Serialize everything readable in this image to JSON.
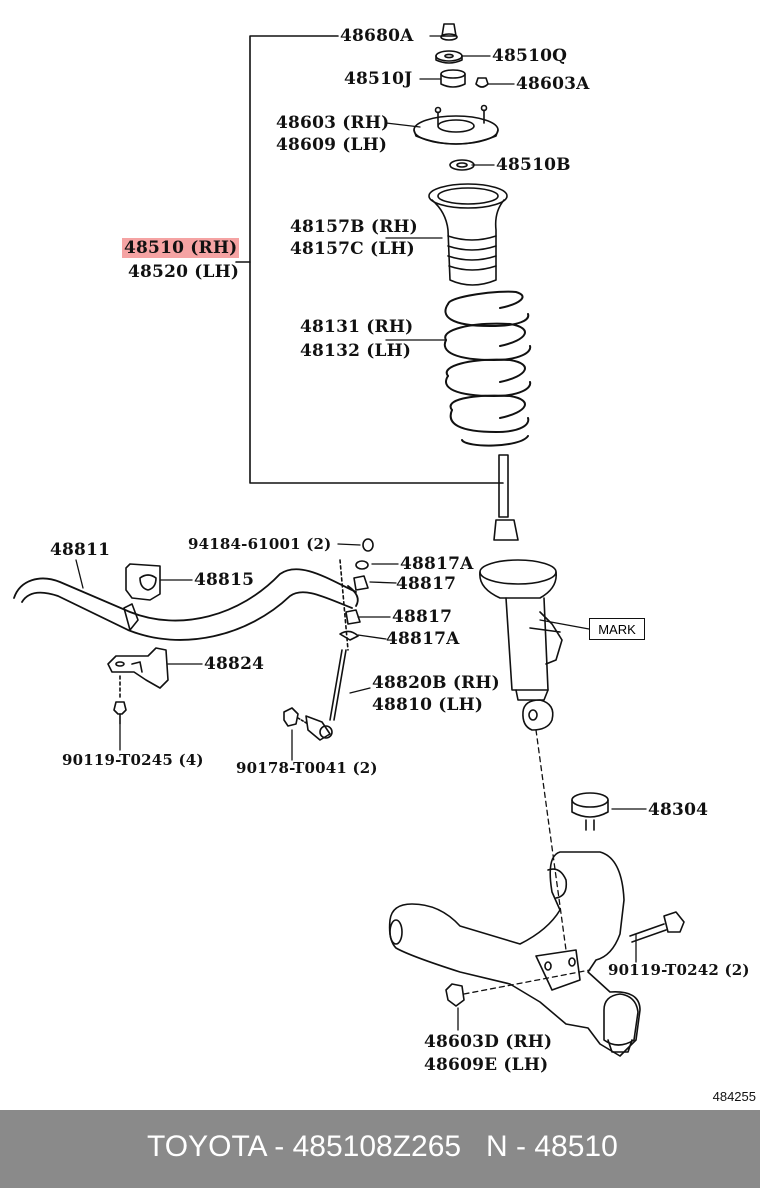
{
  "labels": {
    "p48680A": "48680A",
    "p48510Q": "48510Q",
    "p48510J": "48510J",
    "p48603A": "48603A",
    "p48603RH": "48603 (RH)",
    "p48609LH": "48609 (LH)",
    "p48510B": "48510B",
    "p48510RH": "48510 (RH)",
    "p48520LH": "48520 (LH)",
    "p48157B": "48157B (RH)",
    "p48157C": "48157C (LH)",
    "p48131": "48131 (RH)",
    "p48132": "48132 (LH)",
    "p48811": "48811",
    "p94184": "94184-61001 (2)",
    "p48817A_top": "48817A",
    "p48817_top": "48817",
    "p48815": "48815",
    "p48817_bot": "48817",
    "p48817A_bot": "48817A",
    "p48824": "48824",
    "p48820B": "48820B (RH)",
    "p48810": "48810 (LH)",
    "p90119_T0245": "90119-T0245 (4)",
    "p90178": "90178-T0041 (2)",
    "mark": "MARK",
    "p48304": "48304",
    "p90119_T0242": "90119-T0242 (2)",
    "p48603D": "48603D (RH)",
    "p48609E": "48609E (LH)"
  },
  "highlight_color": "#f5a3a3",
  "diagram_ref": "484255",
  "footer": {
    "brand_part": "TOYOTA - 485108Z265",
    "number": "N - 48510",
    "background": "#8a8a8a"
  }
}
